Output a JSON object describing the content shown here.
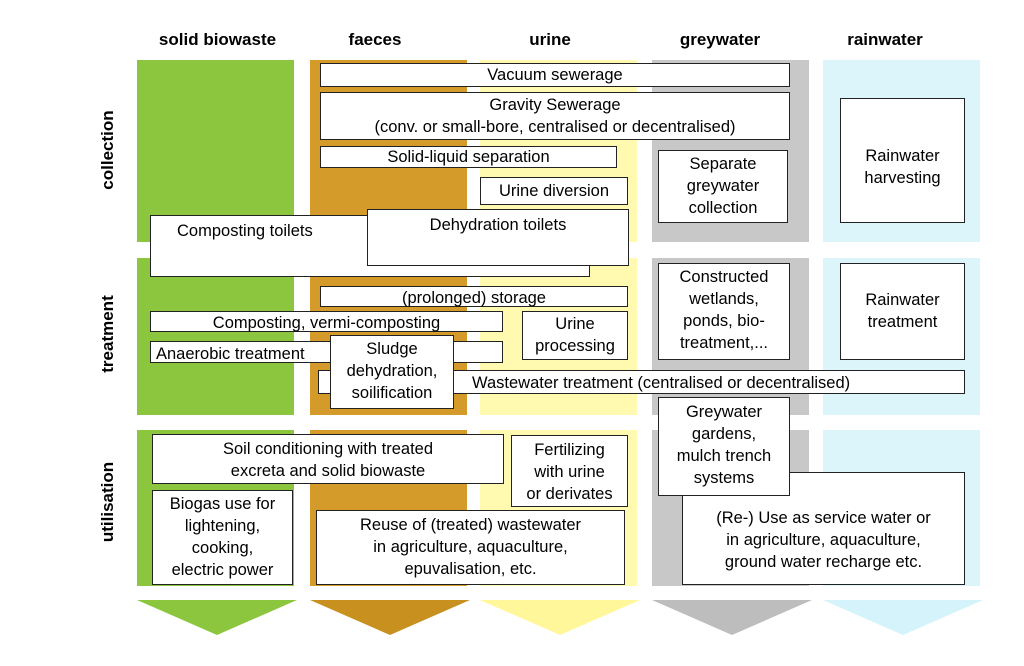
{
  "columns": [
    {
      "key": "solid_biowaste",
      "label": "solid biowaste",
      "color": "#8cc63f",
      "arrow_color": "#8cc63f"
    },
    {
      "key": "faeces",
      "label": "faeces",
      "color": "#d49a2a",
      "arrow_color": "#c8901f"
    },
    {
      "key": "urine",
      "label": "urine",
      "color": "#fffab0",
      "arrow_color": "#fff79a"
    },
    {
      "key": "greywater",
      "label": "greywater",
      "color": "#c8c8c8",
      "arrow_color": "#bdbdbd"
    },
    {
      "key": "rainwater",
      "label": "rainwater",
      "color": "#dcf5fb",
      "arrow_color": "#d4f3fa"
    }
  ],
  "rows": [
    {
      "key": "collection",
      "label": "collection"
    },
    {
      "key": "treatment",
      "label": "treatment"
    },
    {
      "key": "utilisation",
      "label": "utilisation"
    }
  ],
  "boxes": {
    "vacuum_sewerage": "Vacuum sewerage",
    "gravity_sewerage_1": "Gravity Sewerage",
    "gravity_sewerage_2": "(conv. or small-bore, centralised or decentralised)",
    "solid_liquid_separation": "Solid-liquid separation",
    "urine_diversion": "Urine diversion",
    "separate_greywater_1": "Separate",
    "separate_greywater_2": "greywater",
    "separate_greywater_3": "collection",
    "rainwater_harvesting_1": "Rainwater",
    "rainwater_harvesting_2": "harvesting",
    "composting_toilets": "Composting toilets",
    "dehydration_toilets": "Dehydration toilets",
    "prolonged_storage": "(prolonged) storage",
    "composting_vermi": "Composting, vermi-composting",
    "anaerobic_treatment": "Anaerobic treatment",
    "urine_processing_1": "Urine",
    "urine_processing_2": "processing",
    "sludge_1": "Sludge",
    "sludge_2": "dehydration,",
    "sludge_3": "soilification",
    "constructed_1": "Constructed",
    "constructed_2": "wetlands,",
    "constructed_3": "ponds, bio-",
    "constructed_4": "treatment,...",
    "rainwater_treatment_1": "Rainwater",
    "rainwater_treatment_2": "treatment",
    "wastewater_treatment": "Wastewater treatment (centralised or decentralised)",
    "soil_conditioning_1": "Soil conditioning with treated",
    "soil_conditioning_2": "excreta and solid biowaste",
    "fertilizing_1": "Fertilizing",
    "fertilizing_2": "with urine",
    "fertilizing_3": "or derivates",
    "greywater_gardens_1": "Greywater",
    "greywater_gardens_2": "gardens,",
    "greywater_gardens_3": "mulch trench",
    "greywater_gardens_4": "systems",
    "biogas_1": "Biogas use for",
    "biogas_2": "lightening,",
    "biogas_3": "cooking,",
    "biogas_4": "electric power",
    "reuse_1": "Reuse of (treated) wastewater",
    "reuse_2": "in agriculture, aquaculture,",
    "reuse_3": "epuvalisation, etc.",
    "service_water_1": "(Re-) Use as service water or",
    "service_water_2": "in agriculture, aquaculture,",
    "service_water_3": "ground water recharge etc."
  }
}
